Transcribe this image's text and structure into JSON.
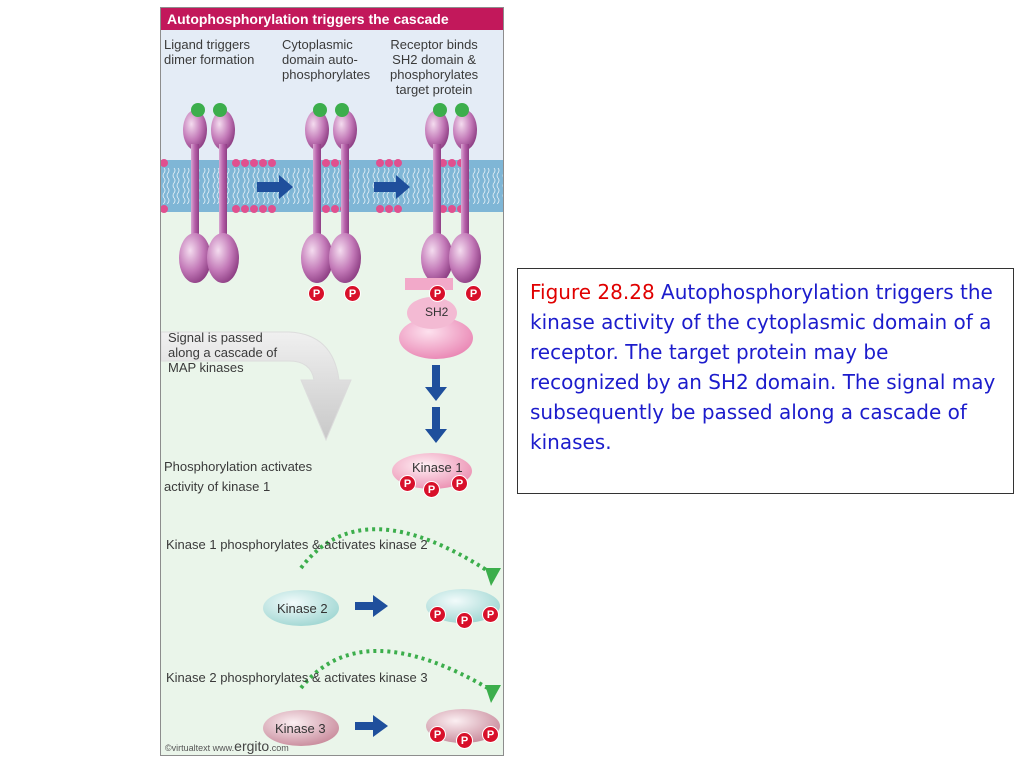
{
  "figure": {
    "title": "Autophosphorylation triggers the cascade",
    "step_labels": {
      "ligand_line1": "Ligand triggers",
      "ligand_line2": "dimer formation",
      "cyto_line1": "Cytoplasmic",
      "cyto_line2": "domain auto-",
      "cyto_line3": "phosphorylates",
      "receptor_line1": "Receptor binds",
      "receptor_line2": "SH2 domain &",
      "receptor_line3": "phosphorylates",
      "receptor_line4": "target protein"
    },
    "sh2_label": "SH2",
    "phospho_symbol": "P",
    "signal_text": {
      "line1": "Signal is passed",
      "line2": "along a cascade of",
      "line3": "MAP kinases"
    },
    "phosphorylation_text": {
      "line1": "Phosphorylation activates",
      "line2": "activity of kinase 1"
    },
    "kinase1_label": "Kinase 1",
    "kinase1_action": "Kinase 1 phosphorylates & activates kinase 2",
    "kinase2_label": "Kinase 2",
    "kinase2_action": "Kinase 2 phosphorylates & activates kinase 3",
    "kinase3_label": "Kinase 3",
    "credit_small": "©virtualtext  www.",
    "credit_big": "ergito",
    "credit_tail": ".com"
  },
  "caption": {
    "figure_number": "Figure 28.28",
    "text": " Autophosphorylation triggers the kinase activity of the cytoplasmic domain of a receptor. The target protein may be recognized by an SH2 domain. The signal may subsequently be passed along a cascade of kinases."
  },
  "colors": {
    "title_bar": "#c2185b",
    "panel_top_bg": "#e4ecf6",
    "panel_bottom_bg": "#eaf5ea",
    "membrane": "#7fb6d6",
    "receptor": "#b25aa6",
    "ligand": "#3cae4c",
    "phospho": "#d8102a",
    "arrow_blue": "#1f4f9c",
    "dotted_arrow": "#3cae4c",
    "caption_text": "#1c1ccc",
    "caption_fig_no": "#e00000"
  }
}
